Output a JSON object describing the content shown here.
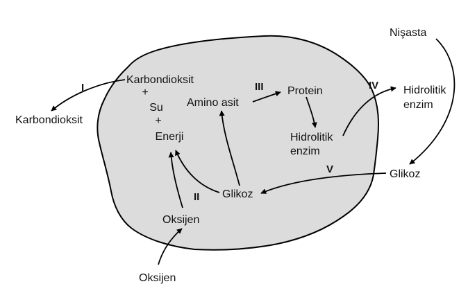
{
  "colors": {
    "cell_fill": "#dcdcdc",
    "outline": "#000000",
    "text": "#111111"
  },
  "inside": {
    "karbondioksit": "Karbondioksit",
    "plus1": "+",
    "su": "Su",
    "plus2": "+",
    "enerji": "Enerji",
    "amino_asit": "Amino asit",
    "protein": "Protein",
    "hidrolitik_1": "Hidrolitik",
    "enzim_1": "enzim",
    "glikoz": "Glikoz",
    "oksijen": "Oksijen"
  },
  "outside": {
    "karbondioksit": "Karbondioksit",
    "nisasta": "Nişasta",
    "hidrolitik_2": "Hidrolitik",
    "enzim_2": "enzim",
    "glikoz": "Glikoz",
    "oksijen": "Oksijen"
  },
  "processes": {
    "i": "I",
    "ii": "II",
    "iii": "III",
    "iv": "IV",
    "v": "V"
  }
}
